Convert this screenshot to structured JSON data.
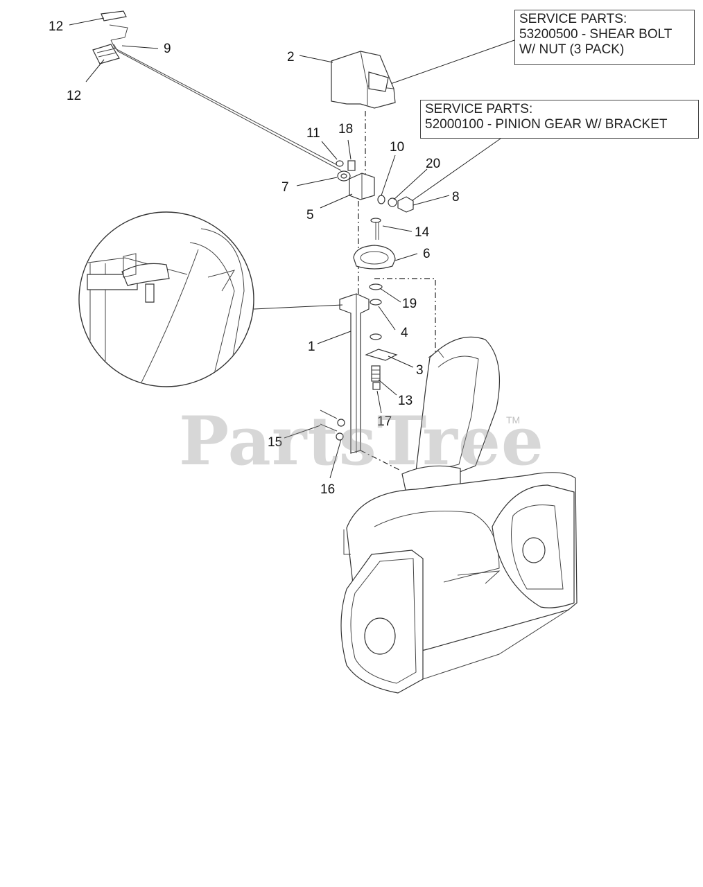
{
  "service_parts": [
    {
      "lines": [
        "SERVICE PARTS:",
        "53200500 - SHEAR BOLT",
        "W/ NUT (3 PACK)"
      ]
    },
    {
      "lines": [
        "SERVICE PARTS:",
        "52000100 - PINION GEAR W/ BRACKET"
      ]
    }
  ],
  "callouts": {
    "c12a": "12",
    "c9": "9",
    "c12b": "12",
    "c2": "2",
    "c11": "11",
    "c18": "18",
    "c7": "7",
    "c5": "5",
    "c10": "10",
    "c20": "20",
    "c8": "8",
    "c14": "14",
    "c6": "6",
    "c19": "19",
    "c4": "4",
    "c1": "1",
    "c3": "3",
    "c13": "13",
    "c17": "17",
    "c15": "15",
    "c16": "16"
  },
  "watermark": {
    "text": "PartsTree",
    "tm": "TM"
  }
}
